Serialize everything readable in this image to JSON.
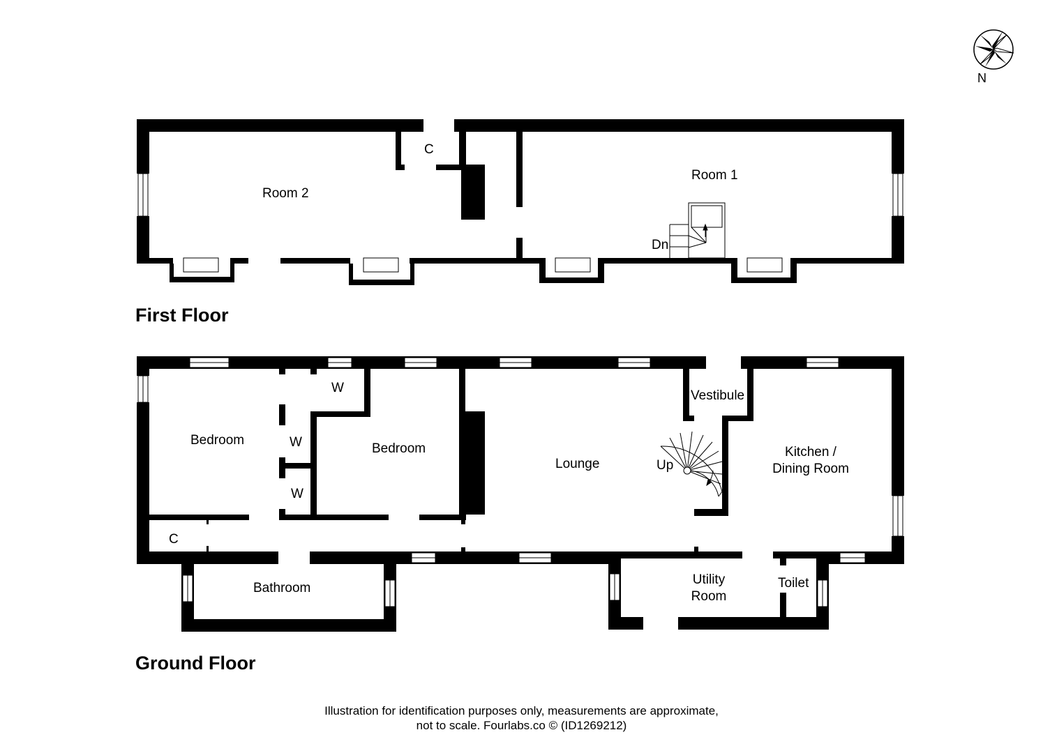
{
  "compass": {
    "label": "N",
    "icon": "compass-star-icon"
  },
  "first_floor": {
    "title": "First Floor",
    "rooms": {
      "room2": "Room 2",
      "room1": "Room 1",
      "cupboard": "C",
      "stairs_down": "Dn"
    }
  },
  "ground_floor": {
    "title": "Ground Floor",
    "rooms": {
      "bedroom_west": "Bedroom",
      "bedroom_middle": "Bedroom",
      "wardrobe_top": "W",
      "wardrobe_mid": "W",
      "wardrobe_bottom": "W",
      "vestibule": "Vestibule",
      "lounge": "Lounge",
      "stairs_up": "Up",
      "kitchen_line1": "Kitchen /",
      "kitchen_line2": "Dining Room",
      "cupboard": "C",
      "bathroom": "Bathroom",
      "utility_line1": "Utility",
      "utility_line2": "Room",
      "toilet": "Toilet"
    }
  },
  "footer": {
    "line1": "Illustration for identification purposes only, measurements are approximate,",
    "line2": "not to scale. Fourlabs.co © (ID1269212)"
  }
}
